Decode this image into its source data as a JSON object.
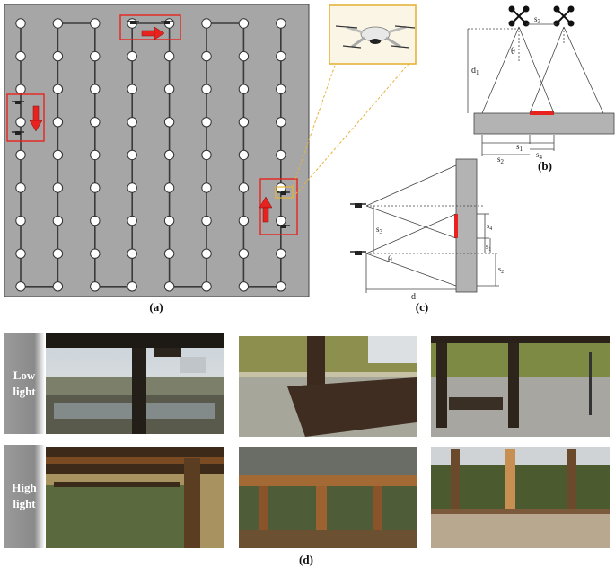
{
  "panels": {
    "a": {
      "label": "(a)",
      "columns": 8,
      "rows": 9
    },
    "b": {
      "label": "(b)",
      "d1": "d",
      "d1_sub": "1",
      "s1": "s",
      "s1_sub": "1",
      "s2": "s",
      "s2_sub": "2",
      "s3": "s",
      "s3_sub": "3",
      "s4": "s",
      "s4_sub": "4",
      "theta": "θ"
    },
    "c": {
      "label": "(c)",
      "d": "d",
      "s1": "s",
      "s1_sub": "1",
      "s2": "s",
      "s2_sub": "2",
      "s3": "s",
      "s3_sub": "3",
      "s4": "s",
      "s4_sub": "4",
      "theta": "θ"
    },
    "d": {
      "label": "(d)",
      "rows": [
        {
          "line1": "Low",
          "line2": "light"
        },
        {
          "line1": "High",
          "line2": "light"
        }
      ]
    }
  },
  "colors": {
    "field": "#a6a6a6",
    "path": "#3a3a3a",
    "highlight": "#e8231f",
    "zoom": "#e5b33a",
    "target": "#b3b3b3"
  }
}
